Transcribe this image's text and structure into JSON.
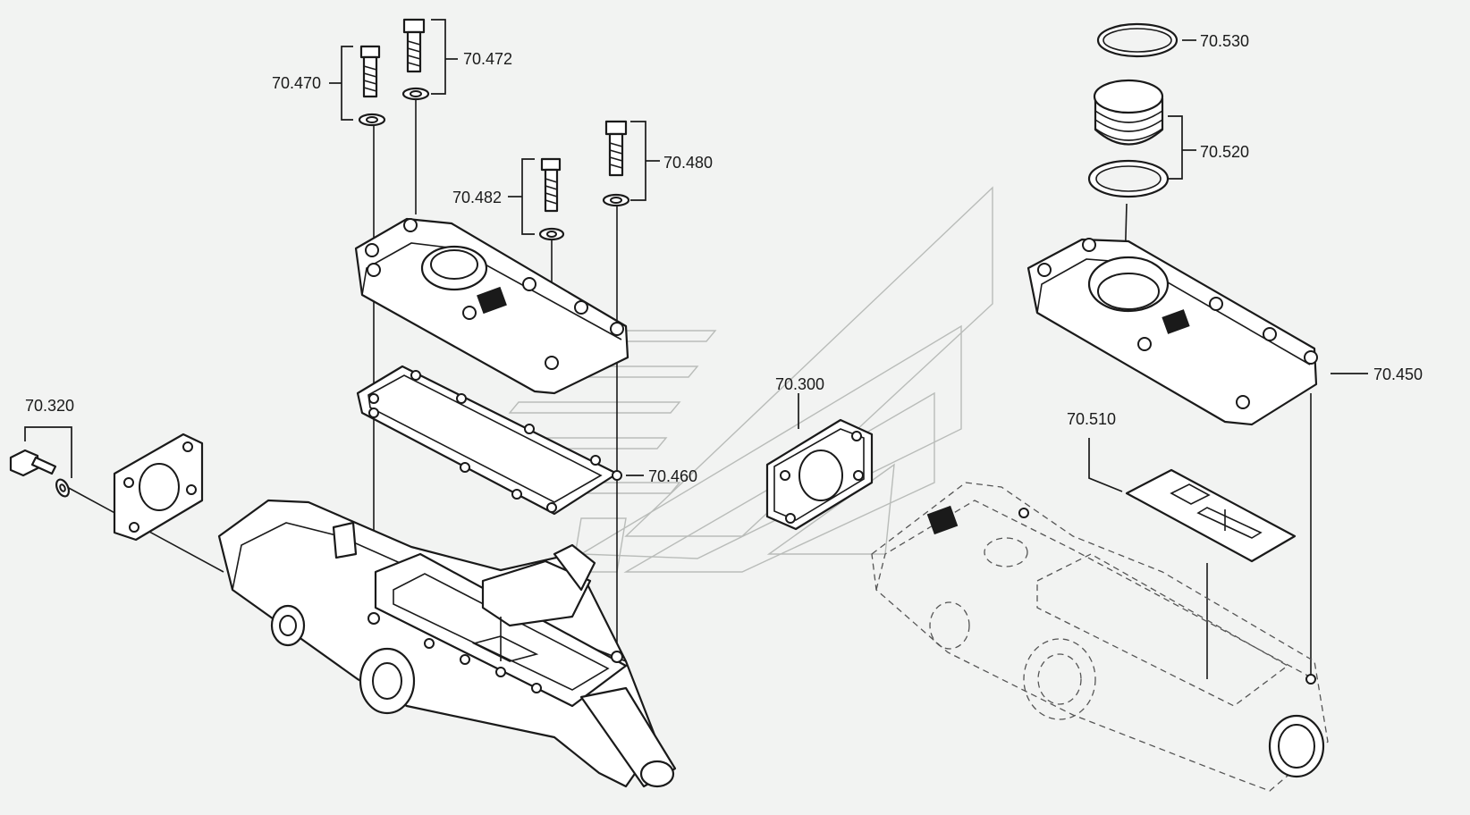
{
  "diagram": {
    "type": "exploded parts diagram",
    "labels": {
      "p70_470": "70.470",
      "p70_472": "70.472",
      "p70_482": "70.482",
      "p70_480": "70.480",
      "p70_460": "70.460",
      "p70_320": "70.320",
      "p70_300": "70.300",
      "p70_530": "70.530",
      "p70_520": "70.520",
      "p70_450": "70.450",
      "p70_510": "70.510"
    }
  }
}
